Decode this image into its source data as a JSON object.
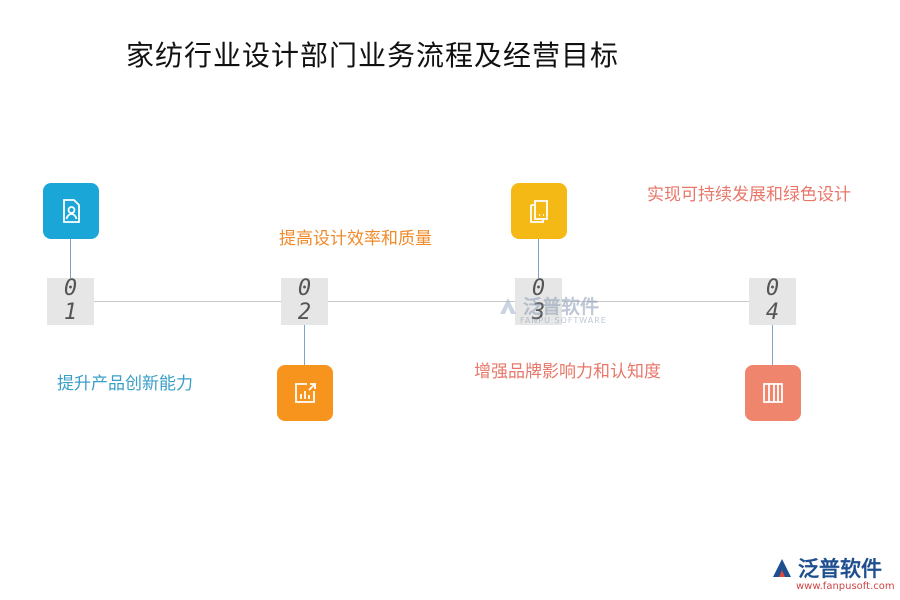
{
  "title": "家纺行业设计部门业务流程及经营目标",
  "steps": [
    {
      "d1": "0",
      "d2": "1",
      "label": "提升产品创新能力",
      "color": "#1aa6d6",
      "label_color": "#3a9fc8",
      "icon": "person-document-icon"
    },
    {
      "d1": "0",
      "d2": "2",
      "label": "提高设计效率和质量",
      "color": "#f7941d",
      "label_color": "#f08a2a",
      "icon": "chart-export-icon"
    },
    {
      "d1": "0",
      "d2": "3",
      "label": "增强品牌影响力和认知度",
      "color": "#f5b915",
      "label_color": "#e8776a",
      "icon": "tablet-layers-icon"
    },
    {
      "d1": "0",
      "d2": "4",
      "label": "实现可持续发展和绿色设计",
      "color": "#f0856e",
      "label_color": "#e8776a",
      "icon": "book-binder-icon"
    }
  ],
  "watermark": {
    "text": "泛普软件",
    "sub": "FANPU SOFTWARE"
  },
  "brand": {
    "text": "泛普软件",
    "url": "www.fanpusoft.com"
  }
}
